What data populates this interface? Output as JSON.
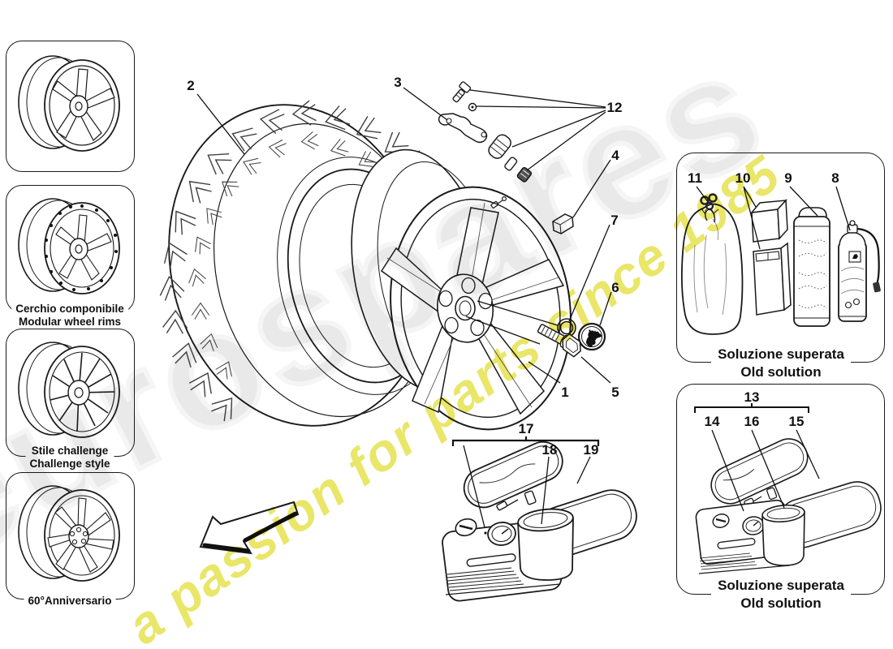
{
  "watermark": {
    "brand_text": "eurospares",
    "tagline_text": "a passion for parts since 1985",
    "brand_color": "#e9e9e9",
    "tagline_color": "#e6e24f"
  },
  "sidebar": {
    "panels": [
      {
        "id": "wheel-standard",
        "caption1": "",
        "caption2": ""
      },
      {
        "id": "wheel-modular",
        "caption1": "Cerchio componibile",
        "caption2": "Modular wheel rims"
      },
      {
        "id": "wheel-challenge",
        "caption1": "Stile challenge",
        "caption2": "Challenge style"
      },
      {
        "id": "wheel-anniversary",
        "caption1": "60°Anniversario",
        "caption2": ""
      }
    ]
  },
  "main": {
    "cap_icon": "prancing-horse",
    "callouts": {
      "c1": "1",
      "c2": "2",
      "c3": "3",
      "c4": "4",
      "c5": "5",
      "c6": "6",
      "c7": "7",
      "c12": "12",
      "c17": "17",
      "c18": "18",
      "c19": "19"
    }
  },
  "box_top": {
    "callouts": {
      "c8": "8",
      "c9": "9",
      "c10": "10",
      "c11": "11"
    },
    "caption1": "Soluzione superata",
    "caption2": "Old solution"
  },
  "box_bottom": {
    "callouts": {
      "c13": "13",
      "c14": "14",
      "c15": "15",
      "c16": "16"
    },
    "caption1": "Soluzione superata",
    "caption2": "Old solution"
  }
}
